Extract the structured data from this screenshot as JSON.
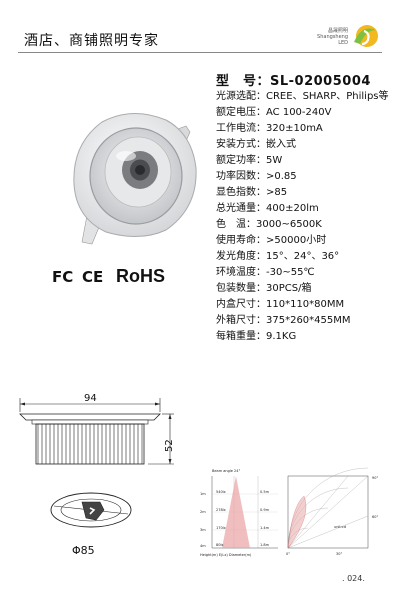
{
  "header": {
    "title": "酒店、商铺照明专家"
  },
  "logo": {
    "line1": "昌晟照明",
    "line2": "Shangsheng",
    "line3": "LED"
  },
  "product": {
    "model_label": "型　号：SL-02005004"
  },
  "specs": [
    "光源选配：CREE、SHARP、Philips等",
    "额定电压：AC 100-240V",
    "工作电流：320±10mA",
    "安装方式：嵌入式",
    "额定功率：5W",
    "功率因数：>0.85",
    "显色指数：>85",
    "总光通量：400±20lm",
    "色　温：3000~6500K",
    "使用寿命：>50000小时",
    "发光角度：15°、24°、36°",
    "环境温度：-30~55℃",
    "包装数量：30PCS/箱",
    "内盒尺寸：110*110*80MM",
    "外箱尺寸：375*260*455MM",
    "每箱重量：9.1KG"
  ],
  "certifications": {
    "fc": "FC",
    "ce": "CE",
    "rohs": "RoHS"
  },
  "dimensions": {
    "width": "94",
    "height": "52",
    "diameter": "Φ85"
  },
  "beam": {
    "title": "Beam angle 24°",
    "heights": [
      "1m",
      "2m",
      "3m",
      "4m"
    ],
    "lux": [
      "540lx",
      "278lx",
      "170lx",
      "80lx"
    ],
    "diameters": [
      "0.5m",
      "0.9m",
      "1.4m",
      "1.8m"
    ],
    "axis_caption": "Height(m)  E(Lx)  Diameter(m)",
    "polar_scale": [
      "112",
      "237",
      "367",
      "516"
    ],
    "polar_unit": "unit:cd",
    "polar_angles": [
      "90°",
      "60°",
      "0°",
      "30°"
    ]
  },
  "page_number": ". 024."
}
